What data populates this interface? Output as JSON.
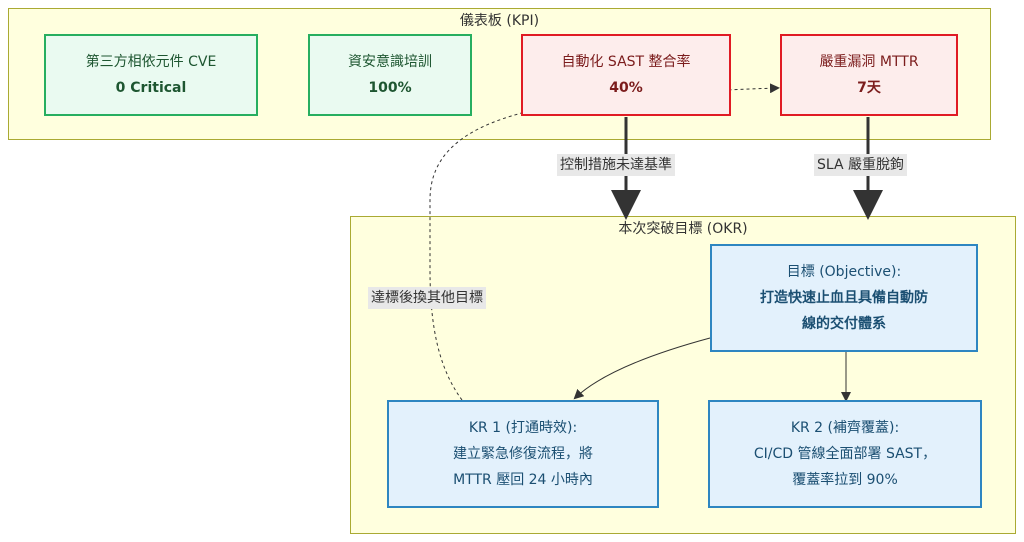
{
  "kpi_cluster": {
    "title": "儀表板 (KPI)"
  },
  "okr_cluster": {
    "title": "本次突破目標 (OKR)"
  },
  "kpis": [
    {
      "label": "第三方相依元件 CVE",
      "value": "0 Critical",
      "status": "good"
    },
    {
      "label": "資安意識培訓",
      "value": "100%",
      "status": "good"
    },
    {
      "label": "自動化 SAST 整合率",
      "value": "40%",
      "status": "bad"
    },
    {
      "label": "嚴重漏洞 MTTR",
      "value": "7天",
      "status": "bad"
    }
  ],
  "objective": {
    "label": "目標 (Objective):",
    "text_line1": "打造快速止血且具備自動防",
    "text_line2": "線的交付體系"
  },
  "kr1": {
    "line1": "KR 1 (打通時效):",
    "line2": "建立緊急修復流程，將",
    "line3": "MTTR 壓回 24 小時內"
  },
  "kr2": {
    "line1": "KR 2 (補齊覆蓋):",
    "line2": "CI/CD 管線全面部署 SAST，",
    "line3": "覆蓋率拉到 90%"
  },
  "edges": {
    "sast_to_okr": "控制措施未達基準",
    "mttr_to_okr": "SLA 嚴重脫鉤",
    "kr1_to_mttr": "達標後換其他目標"
  },
  "colors": {
    "good_border": "#27ae60",
    "bad_border": "#e01b24",
    "okr_border": "#2e86c1",
    "cluster_fill": "#ffffde"
  }
}
